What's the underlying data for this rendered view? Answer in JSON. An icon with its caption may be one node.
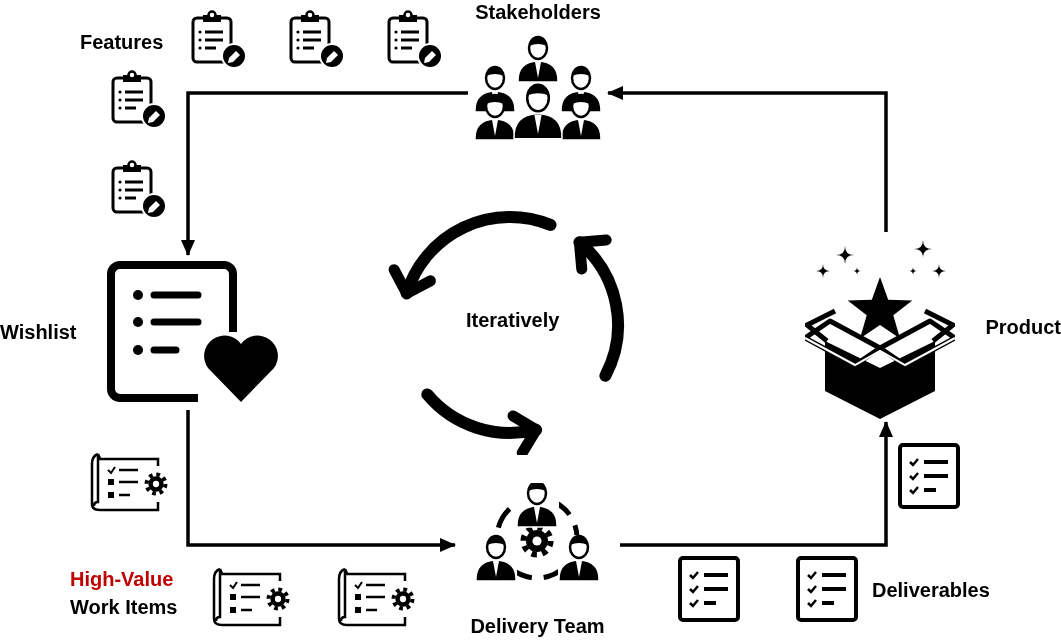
{
  "diagram": {
    "nodes": [
      {
        "text": [
          "Stakeholders"
        ]
      },
      {
        "text": [
          "Wishlist"
        ]
      },
      {
        "text": [
          "Delivery Team"
        ]
      },
      {
        "text": [
          "Product"
        ]
      }
    ],
    "edges": [
      {
        "from": 0,
        "to": 1,
        "arrow": "to"
      },
      {
        "from": 1,
        "to": 2,
        "arrow": "to"
      },
      {
        "from": 2,
        "to": 3,
        "arrow": "to"
      },
      {
        "from": 3,
        "to": 0,
        "arrow": "to"
      }
    ],
    "labels": [
      "Features",
      "Iteratively",
      "High-Value",
      "Work Items",
      "Deliverables"
    ]
  }
}
